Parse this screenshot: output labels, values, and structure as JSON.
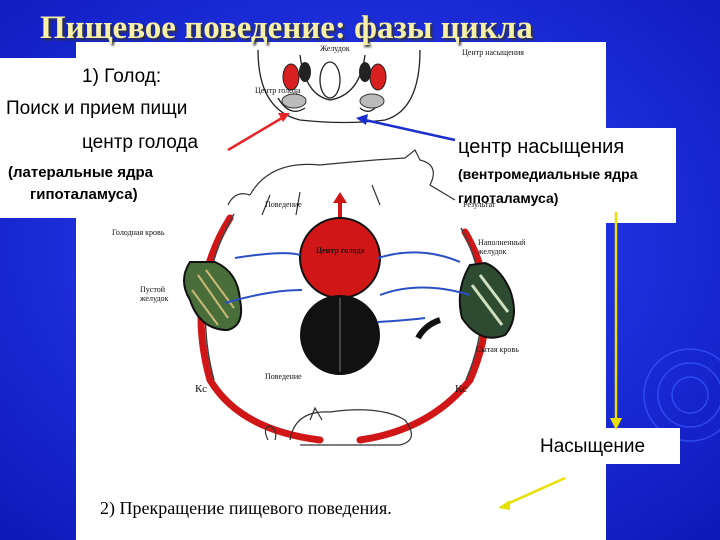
{
  "title": "Пищевое поведение: фазы цикла",
  "left": {
    "phase": "1) Голод:",
    "line1": "Поиск и прием пищи",
    "line2": "центр голода",
    "line3": "(латеральные ядра",
    "line4": "гипоталамуса)"
  },
  "right": {
    "line1": "центр насыщения",
    "line2": "(вентромедиальные ядра",
    "line3": "гипоталамуса)",
    "satiety": "Насыщение"
  },
  "bottom_text": "2) Прекращение пищевого поведения.",
  "figure_labels": {
    "stomach_top": "Желудок",
    "satiety_center": "Центр насыщения",
    "hunger_center_top": "Центр голода",
    "behavior_top": "Поведение",
    "result": "Результат",
    "hungry_blood": "Голодная кровь",
    "full_stomach": "Наполненный желудок",
    "hunger_center_ball": "Центр голода",
    "empty_stomach": "Пустой желудок",
    "fed_blood": "Сытая кровь",
    "behavior_bottom": "Поведение",
    "ks_left": "Кс",
    "ks_right": "Кс"
  },
  "colors": {
    "background": "#1b2bd6",
    "title": "#f6f0a8",
    "red_arrow": "#e8242b",
    "blue_arrow": "#1a2fd0",
    "yellow_arrow": "#e8e000",
    "ring_red": "#d01616"
  }
}
